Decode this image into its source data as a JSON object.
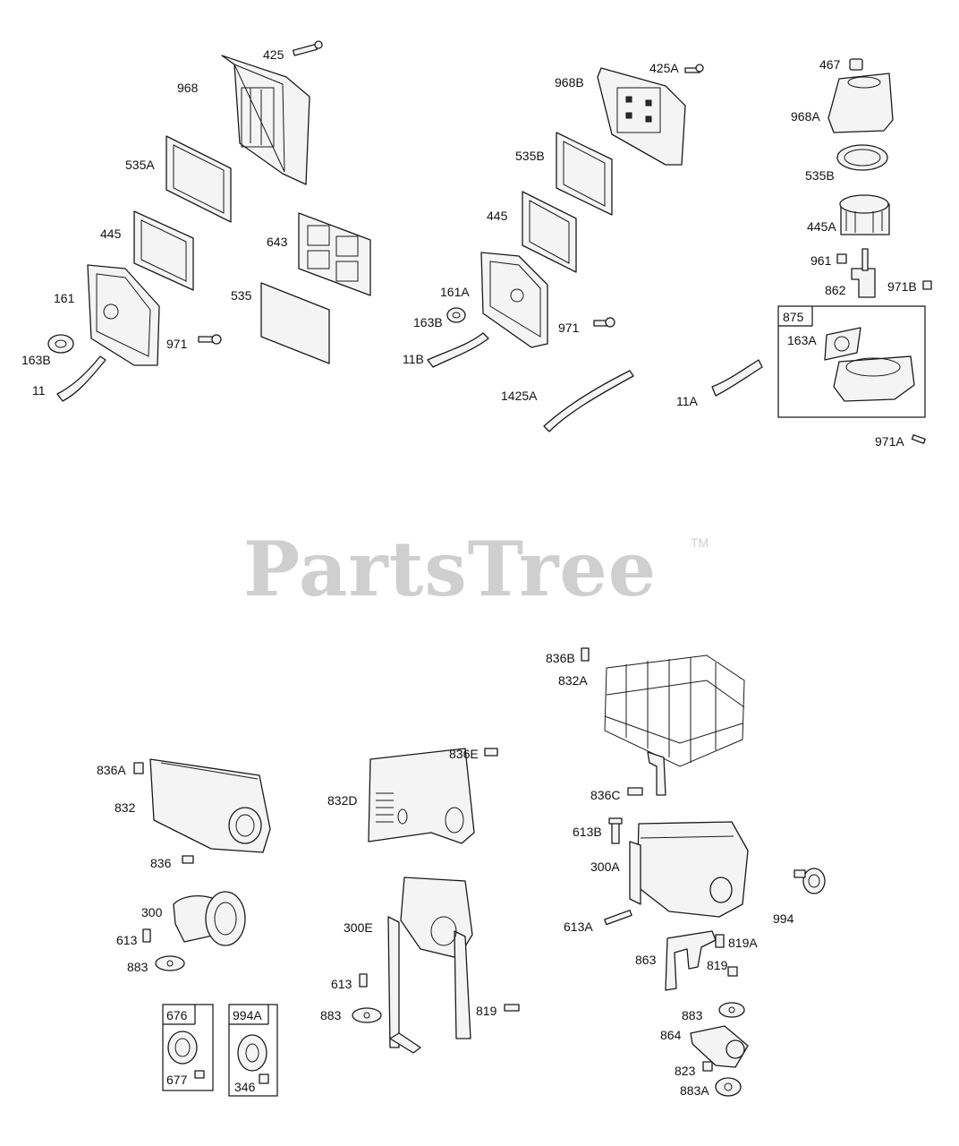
{
  "watermark": {
    "brand": "PartsTree",
    "trademark": "TM"
  },
  "labels": {
    "l425": "425",
    "l968": "968",
    "l535A": "535A",
    "l445a": "445",
    "l161": "161",
    "l163B_a": "163B",
    "l11": "11",
    "l971a": "971",
    "l643": "643",
    "l535": "535",
    "l968B": "968B",
    "l425A": "425A",
    "l535B_a": "535B",
    "l445b": "445",
    "l161A": "161A",
    "l163B_b": "163B",
    "l11B": "11B",
    "l971b": "971",
    "l1425A": "1425A",
    "l11A": "11A",
    "l467": "467",
    "l968A": "968A",
    "l535B_b": "535B",
    "l445A": "445A",
    "l961": "961",
    "l862": "862",
    "l971B": "971B",
    "l875": "875",
    "l163A": "163A",
    "l971A": "971A",
    "l836B": "836B",
    "l832A": "832A",
    "l836A": "836A",
    "l832": "832",
    "l836": "836",
    "l836E": "836E",
    "l832D": "832D",
    "l836C": "836C",
    "l613B": "613B",
    "l300A": "300A",
    "l300": "300",
    "l613a": "613",
    "l883a": "883",
    "l300E": "300E",
    "l613A": "613A",
    "l994": "994",
    "l819A": "819A",
    "l863": "863",
    "l819a": "819",
    "l613b": "613",
    "l883b": "883",
    "l819b": "819",
    "l883c": "883",
    "l864": "864",
    "l823": "823",
    "l883A": "883A",
    "l676": "676",
    "l677": "677",
    "l994A": "994A",
    "l346": "346"
  }
}
